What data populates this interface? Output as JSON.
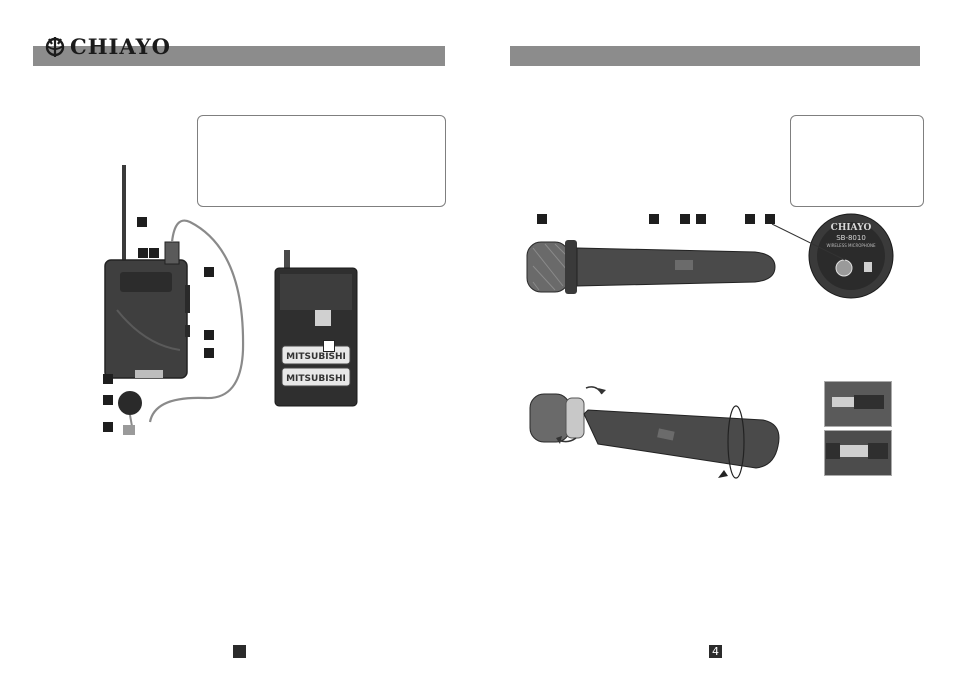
{
  "brand": {
    "name": "CHIAYO",
    "logo_icon": "chiayo-crest-icon"
  },
  "left_page": {
    "page_number": ""
  },
  "right_page": {
    "page_number": "4"
  },
  "receiver_labels": {
    "battery_brand": "MITSUBISHI",
    "battery_brand_2": "MITSUBISHI"
  },
  "mic_base_labels": {
    "brand": "CHIAYO",
    "model": "SB-8010",
    "subtitle": "WIRELESS MICROPHONE"
  },
  "colors": {
    "header_bar": "#8c8c8c",
    "marker": "#1e1e1e",
    "device_body": "#3a3a3a",
    "mic_grille": "#5a5a5a"
  }
}
